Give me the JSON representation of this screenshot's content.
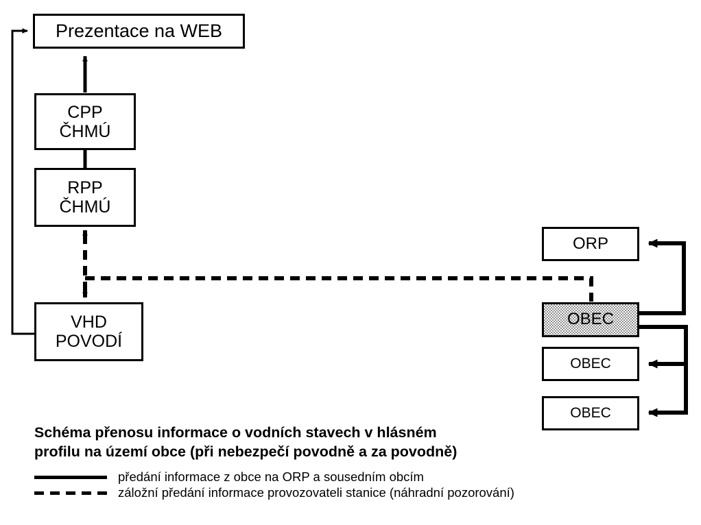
{
  "diagram": {
    "nodes": [
      {
        "id": "web",
        "label": "Prezentace na WEB",
        "lines": [
          "Prezentace na WEB"
        ],
        "shaded": false
      },
      {
        "id": "cpp",
        "label": "CPP ČHMÚ",
        "lines": [
          "CPP",
          "ČHMÚ"
        ],
        "shaded": false
      },
      {
        "id": "rpp",
        "label": "RPP ČHMÚ",
        "lines": [
          "RPP",
          "ČHMÚ"
        ],
        "shaded": false
      },
      {
        "id": "vhd",
        "label": "VHD POVODÍ",
        "lines": [
          "VHD",
          "POVODÍ"
        ],
        "shaded": false
      },
      {
        "id": "orp",
        "label": "ORP",
        "lines": [
          "ORP"
        ],
        "shaded": false
      },
      {
        "id": "obec1",
        "label": "OBEC",
        "lines": [
          "OBEC"
        ],
        "shaded": true
      },
      {
        "id": "obec2",
        "label": "OBEC",
        "lines": [
          "OBEC"
        ],
        "shaded": false
      },
      {
        "id": "obec3",
        "label": "OBEC",
        "lines": [
          "OBEC"
        ],
        "shaded": false
      }
    ],
    "edges": [
      {
        "from": "cpp",
        "to": "web",
        "style": "solid",
        "arrow": "single"
      },
      {
        "from": "rpp",
        "to": "cpp",
        "style": "solid",
        "arrow": "none"
      },
      {
        "from": "vhd",
        "to": "web",
        "style": "solid",
        "arrow": "single"
      },
      {
        "from": "vhd",
        "to": "rpp",
        "style": "dashed",
        "arrow": "double"
      },
      {
        "from": "obec1",
        "to": "rpp",
        "style": "dashed",
        "arrow": "none"
      },
      {
        "from": "obec1",
        "to": "orp",
        "style": "solid",
        "arrow": "single"
      },
      {
        "from": "obec1",
        "to": "obec2",
        "style": "solid",
        "arrow": "single"
      },
      {
        "from": "obec1",
        "to": "obec3",
        "style": "solid",
        "arrow": "single"
      }
    ]
  },
  "caption": {
    "line1": "Schéma přenosu informace o vodních stavech v hlásném",
    "line2": "profilu na území obce (při nebezpečí povodně a za povodně)"
  },
  "legend": {
    "items": [
      {
        "style": "solid",
        "text": "předání informace z obce na ORP a sousedním obcím"
      },
      {
        "style": "dashed",
        "text": "záložní předání informace provozovateli stanice (náhradní pozorování)"
      }
    ]
  },
  "colors": {
    "stroke": "#000000",
    "background": "#ffffff",
    "shaded_fill": "#c0c0c0"
  }
}
